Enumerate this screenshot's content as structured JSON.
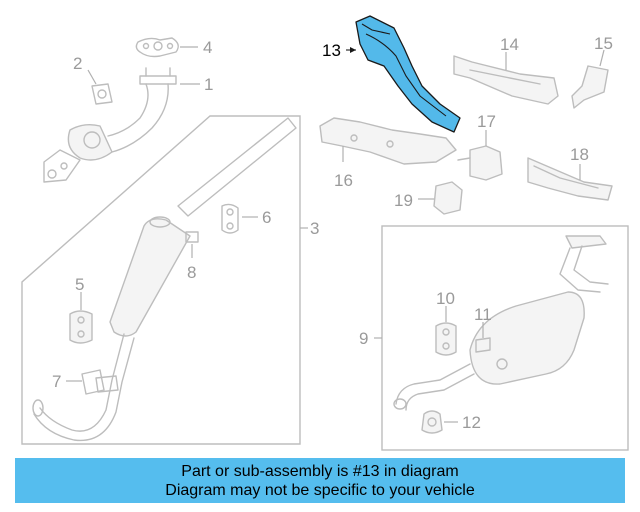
{
  "diagram": {
    "callouts": [
      "1",
      "2",
      "3",
      "4",
      "5",
      "6",
      "7",
      "8",
      "9",
      "10",
      "11",
      "12",
      "13",
      "14",
      "15",
      "16",
      "17",
      "18",
      "19"
    ],
    "highlighted": "13",
    "colors": {
      "highlight": "#53b9ea",
      "banner": "#55bdee",
      "lineart": "#bdbdbd",
      "callout": "#9a9a9a"
    }
  },
  "banner": {
    "line1": "Part or sub-assembly is #13 in diagram",
    "line2": "Diagram may not be specific to your vehicle"
  }
}
